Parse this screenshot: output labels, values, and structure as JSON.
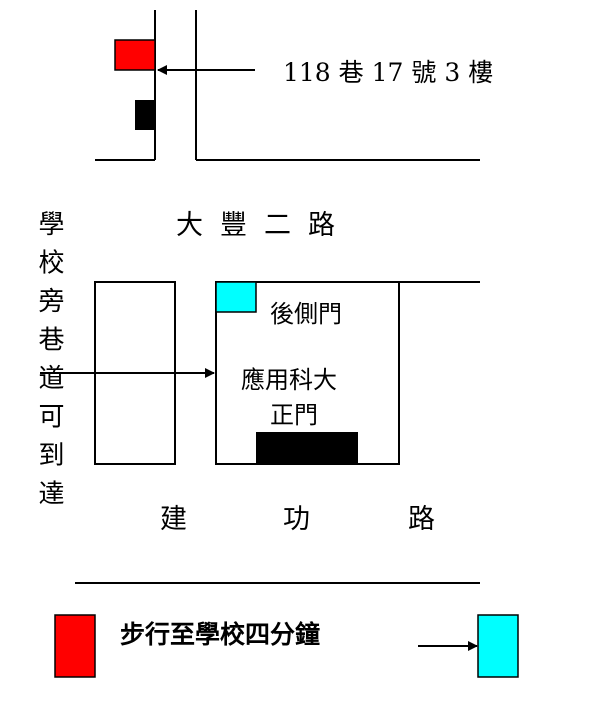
{
  "address": "118 巷 17 號 3 樓",
  "roads": {
    "top_road": "大豐二路",
    "bottom_road": [
      "建",
      "功",
      "路"
    ],
    "side_alley": "學校旁巷道可到達"
  },
  "campus": {
    "back_gate": "後側門",
    "main_gate_line1": "應用科大",
    "main_gate_line2": "正門"
  },
  "legend": {
    "walk_time": "步行至學校四分鐘"
  },
  "colors": {
    "destination": "#ff0000",
    "back_gate": "#00ffff",
    "gate_block": "#000000",
    "line": "#000000"
  }
}
